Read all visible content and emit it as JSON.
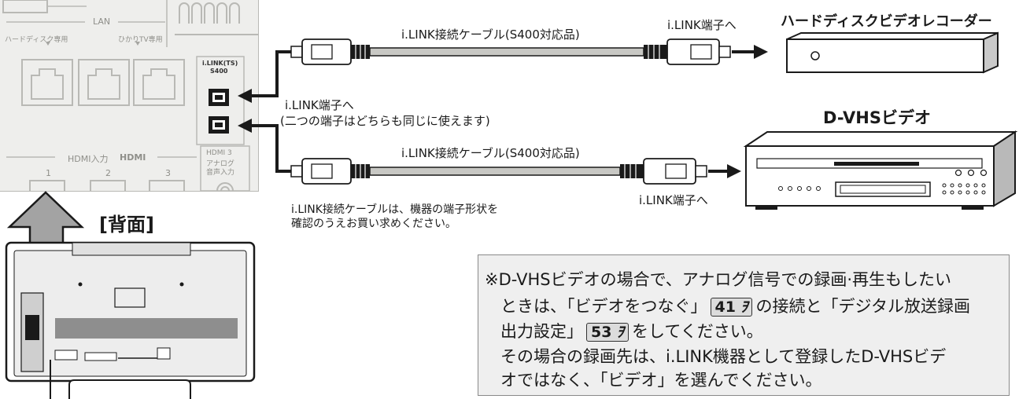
{
  "panel": {
    "lan_label": "LAN",
    "lan_port1_label": "ハードディスク専用",
    "lan_port2_label": "ひかりTV専用",
    "ilink_label": "i.LINK(TS)",
    "ilink_speed": "S400",
    "hdmi_label": "HDMI入力",
    "hdmi_logo": "HDMI",
    "hdmi_nums": [
      "1",
      "2",
      "3"
    ],
    "hdmi3_audio": [
      "HDMI 3",
      "アナログ",
      "音声入力"
    ]
  },
  "rear_label": "[背面]",
  "cable_top": {
    "label": "i.LINK接続ケーブル(S400対応品)",
    "to_label": "i.LINK端子へ",
    "device": "ハードディスクビデオレコーダー"
  },
  "cable_bottom": {
    "label": "i.LINK接続ケーブル(S400対応品)",
    "to_label": "i.LINK端子へ",
    "device": "D-VHSビデオ"
  },
  "tv_side_label": {
    "line1": "i.LINK端子へ",
    "line2": "(二つの端子はどちらも同じに使えます)"
  },
  "cable_note": {
    "line1": "i.LINK接続ケーブルは、機器の端子形状を",
    "line2": "確認のうえお買い求めください。"
  },
  "note": {
    "line1": "※D-VHSビデオの場合で、アナログ信号での録画·再生もしたい",
    "line2_a": "ときは、「ビデオをつなぐ」",
    "ref1_num": "41",
    "ref1_mark": "ｦ",
    "line2_b": "の接続と「デジタル放送録画",
    "line3_a": "出力設定」",
    "ref2_num": "53",
    "ref2_mark": "ｦ",
    "line3_b": "をしてください。",
    "line4": "その場合の録画先は、i.LINK機器として登録したD-VHSビデ",
    "line5": "オではなく、「ビデオ」を選んでください。"
  },
  "colors": {
    "line": "#1a1a1a",
    "panel": "#eeeeec",
    "cable": "#c8c8c4",
    "note_bg": "#efefef"
  }
}
